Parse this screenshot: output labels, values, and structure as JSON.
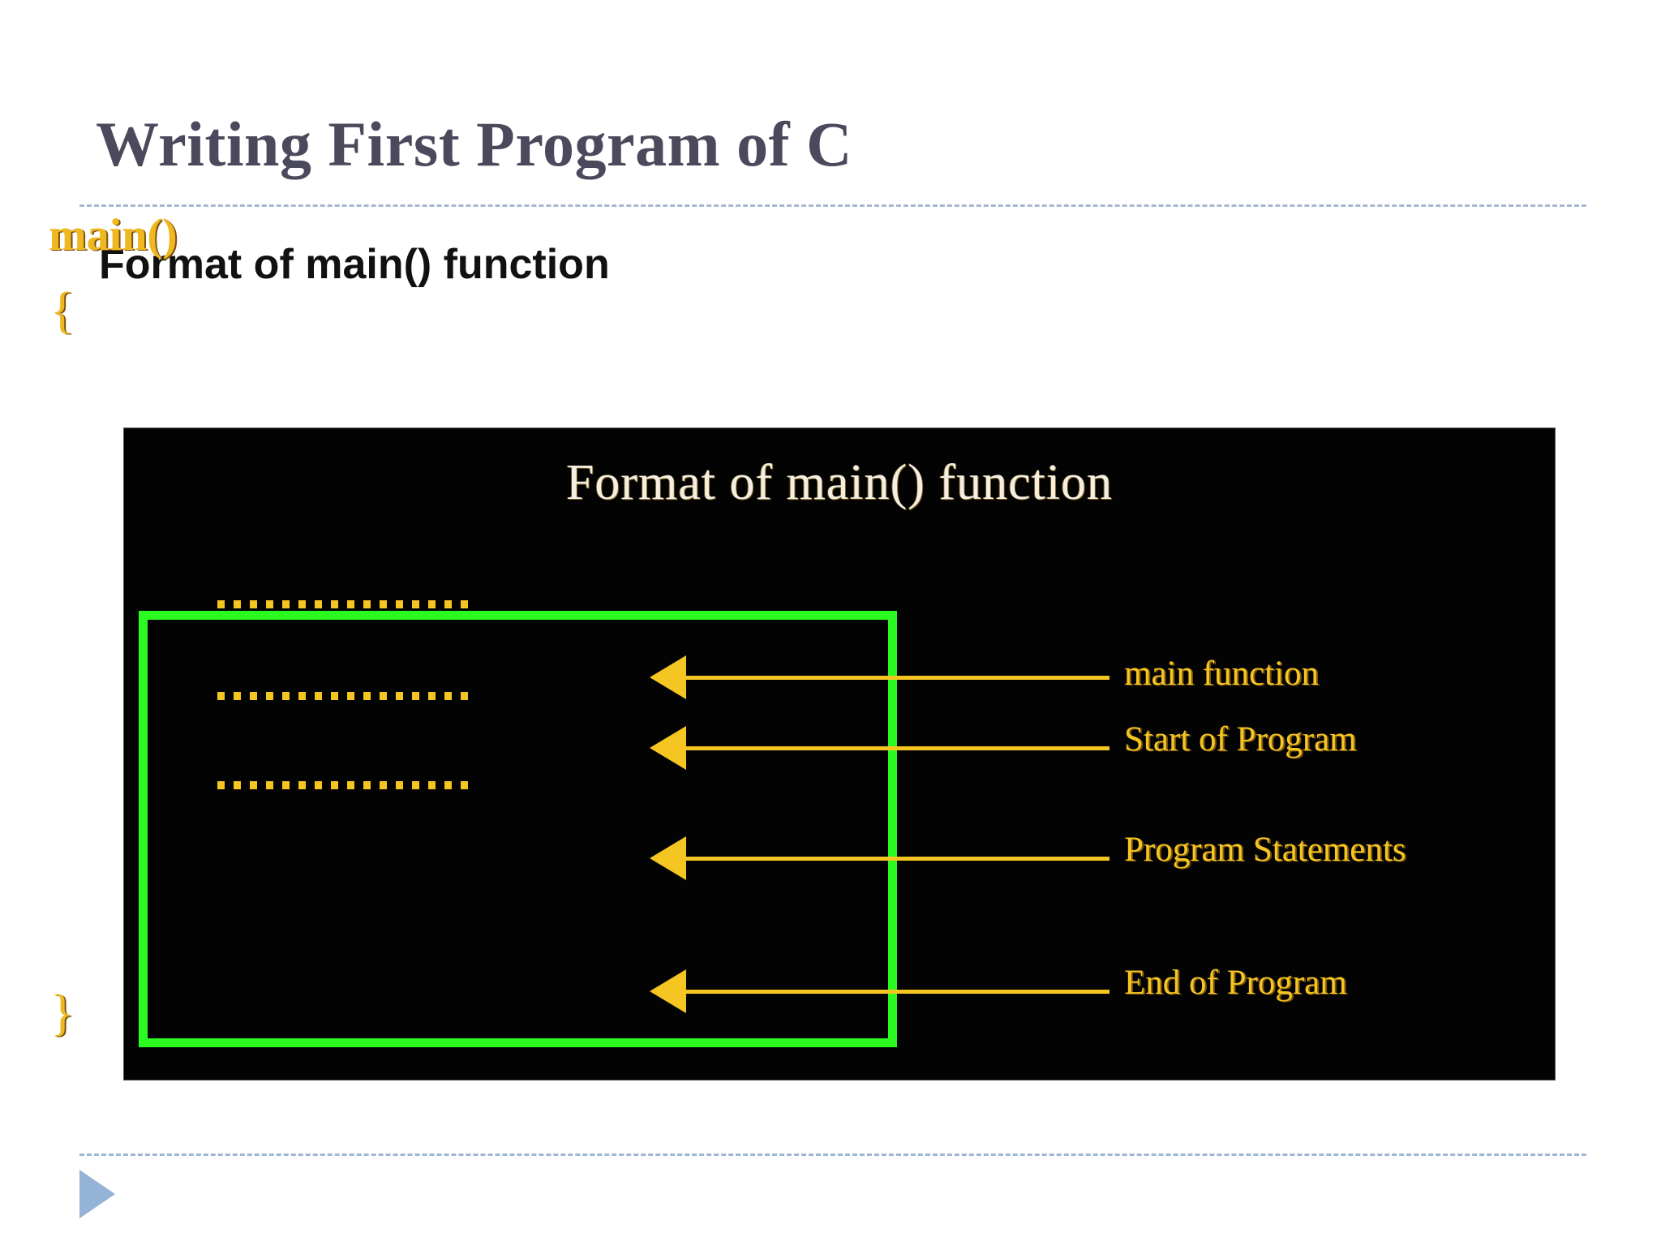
{
  "slide": {
    "title": "Writing First Program of C",
    "subtitle": "Format of main() function",
    "title_color": "#4a4a5c",
    "subtitle_color": "#111111",
    "rule_color": "#9fb6ce",
    "background": "#ffffff"
  },
  "figure": {
    "background": "#030303",
    "heading": "Format of  main() function",
    "heading_color": "#f4efe4",
    "accent_color": "#f5c521",
    "box_border_color": "#2bfa20",
    "code": {
      "function_signature": "main()",
      "open_brace": "{",
      "close_brace": "}",
      "statement_placeholder_rows": 3
    },
    "callouts": [
      {
        "label": "main function",
        "target": "main()"
      },
      {
        "label": "Start of Program",
        "target": "{"
      },
      {
        "label": "Program Statements",
        "target": "statements"
      },
      {
        "label": "End of Program",
        "target": "}"
      }
    ]
  },
  "footer": {
    "marker_icon": "triangle-right-icon",
    "marker_color": "#95b3d7"
  }
}
